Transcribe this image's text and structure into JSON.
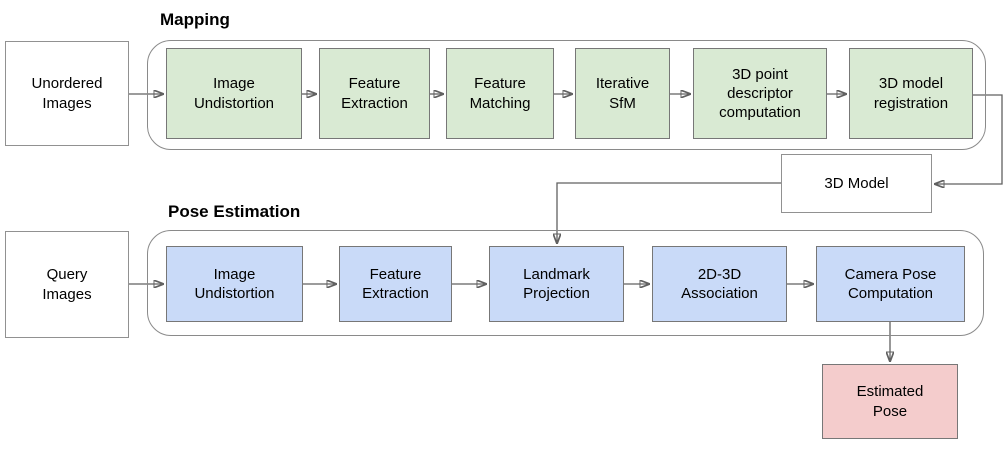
{
  "mapping": {
    "title": "Mapping",
    "input": "Unordered\nImages",
    "stages": [
      "Image\nUndistortion",
      "Feature\nExtraction",
      "Feature\nMatching",
      "Iterative\nSfM",
      "3D point\ndescriptor\ncomputation",
      "3D model\nregistration"
    ],
    "output": "3D Model"
  },
  "pose_estimation": {
    "title": "Pose Estimation",
    "input": "Query\nImages",
    "stages": [
      "Image\nUndistortion",
      "Feature\nExtraction",
      "Landmark\nProjection",
      "2D-3D\nAssociation",
      "Camera Pose\nComputation"
    ],
    "output": "Estimated\nPose"
  },
  "colors": {
    "mapping_stage_fill": "#d9ead3",
    "pose_stage_fill": "#c9daf8",
    "estimated_pose_fill": "#f4cccc",
    "stage_border": "#777777",
    "white_box_border": "#919191",
    "container_border": "#8a8a8a",
    "connector": "#616161",
    "text": "#000000"
  }
}
